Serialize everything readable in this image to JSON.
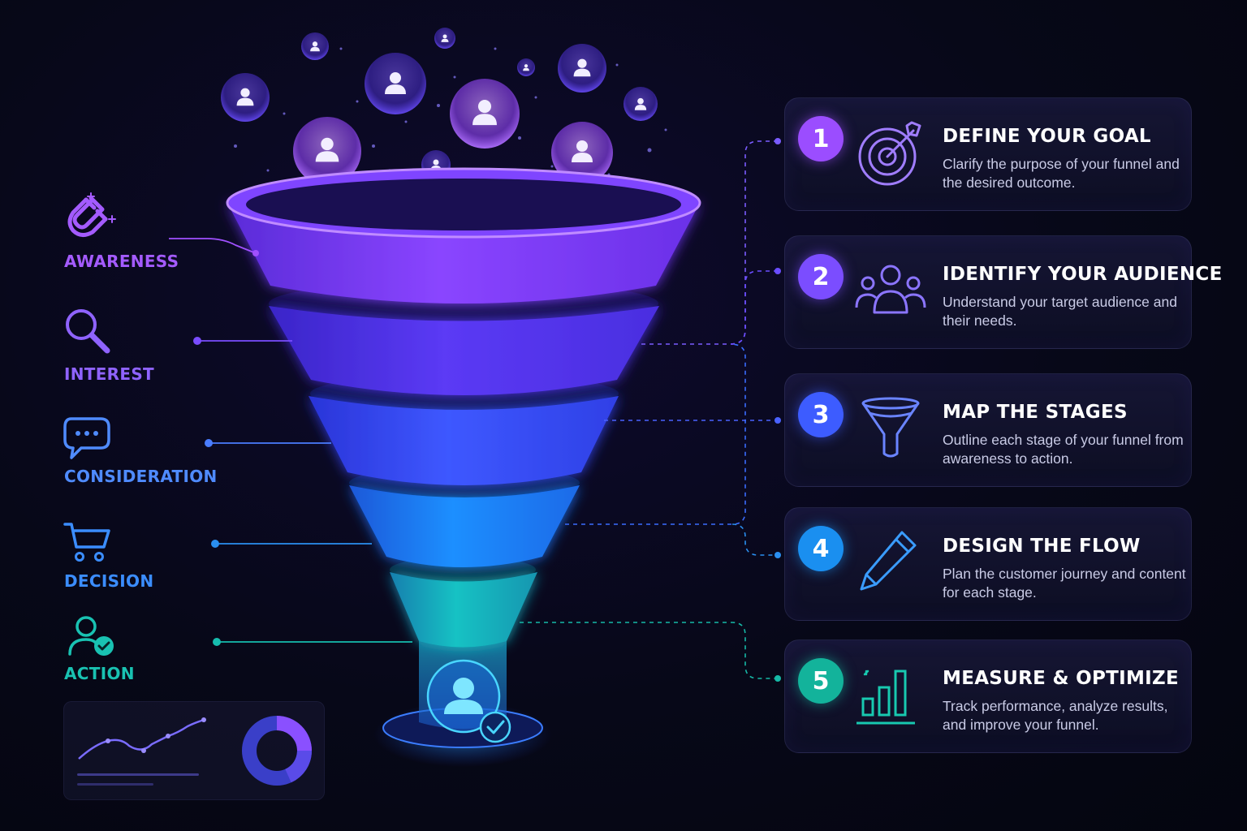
{
  "stages": [
    {
      "id": "awareness",
      "label": "AWARENESS",
      "icon": "magnet-icon",
      "color": "#a45bff"
    },
    {
      "id": "interest",
      "label": "INTEREST",
      "icon": "magnifier-icon",
      "color": "#8f63ff"
    },
    {
      "id": "consideration",
      "label": "CONSIDERATION",
      "icon": "chat-bubble-icon",
      "color": "#4f8bff"
    },
    {
      "id": "decision",
      "label": "DECISION",
      "icon": "shopping-cart-icon",
      "color": "#3b8dff"
    },
    {
      "id": "action",
      "label": "ACTION",
      "icon": "user-check-icon",
      "color": "#19c2b2"
    }
  ],
  "steps": [
    {
      "number": "1",
      "title": "DEFINE YOUR GOAL",
      "description": "Clarify the purpose of your funnel and the desired outcome.",
      "icon": "target-icon",
      "color": "#9b4dff"
    },
    {
      "number": "2",
      "title": "IDENTIFY YOUR AUDIENCE",
      "description": "Understand your target audience and their needs.",
      "icon": "audience-icon",
      "color": "#7b4dff"
    },
    {
      "number": "3",
      "title": "MAP THE STAGES",
      "description": "Outline each stage of your funnel from awareness to action.",
      "icon": "funnel-icon",
      "color": "#3d5cff"
    },
    {
      "number": "4",
      "title": "DESIGN THE FLOW",
      "description": "Plan the customer journey and content for each stage.",
      "icon": "pencil-icon",
      "color": "#1a8ff0"
    },
    {
      "number": "5",
      "title": "MEASURE & OPTIMIZE",
      "description": "Track performance, analyze results, and improve your funnel.",
      "icon": "bar-chart-icon",
      "color": "#13b39b"
    }
  ]
}
